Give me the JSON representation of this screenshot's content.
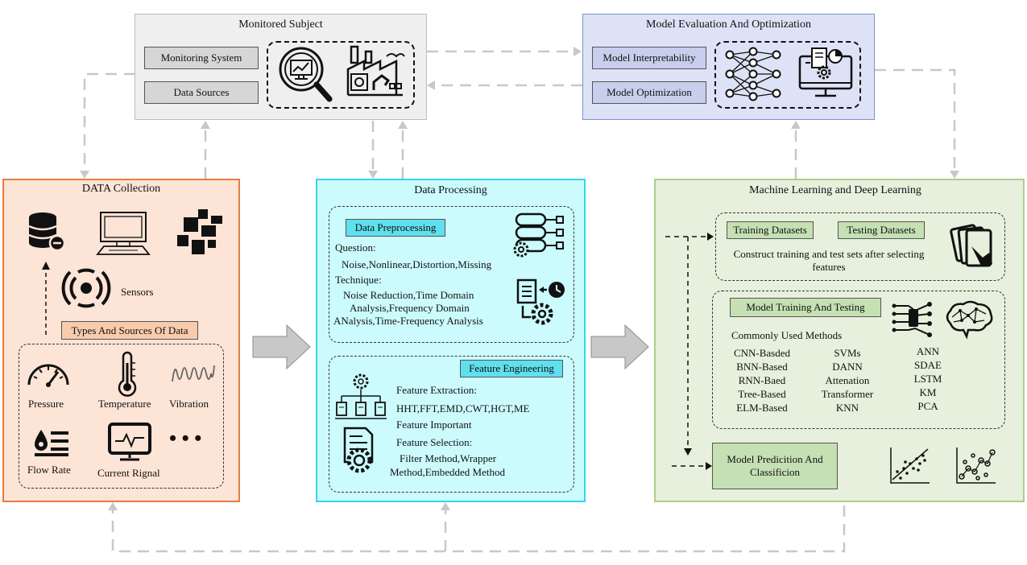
{
  "monitored_subject": {
    "title": "Monitored Subject",
    "monitoring_system": "Monitoring System",
    "data_sources": "Data Sources"
  },
  "model_evaluation": {
    "title": "Model Evaluation And Optimization",
    "interpretability": "Model Interpretability",
    "optimization": "Model Optimization"
  },
  "data_collection": {
    "title": "DATA Collection",
    "sensors": "Sensors",
    "types_sources": "Types And Sources Of Data",
    "items": [
      "Pressure",
      "Temperature",
      "Vibration",
      "Flow Rate",
      "Current Rignal"
    ],
    "more": "• • •"
  },
  "data_processing": {
    "title": "Data Processing",
    "preprocessing": {
      "label": "Data Preprocessing",
      "question_label": "Question:",
      "question_text": "Noise,Nonlinear,Distortion,Missing",
      "technique_label": "Technique:",
      "technique_lines": [
        "Noise Reduction,Time Domain",
        "Analysis,Frequency Domain",
        "ANalysis,Time-Frequency Analysis"
      ]
    },
    "feature_engineering": {
      "label": "Feature Engineering",
      "extraction_label": "Feature Extraction:",
      "extraction_text": "HHT,FFT,EMD,CWT,HGT,ME",
      "important": "Feature Important",
      "selection_label": "Feature Selection:",
      "selection_lines": [
        "Filter Method,Wrapper",
        "Method,Embedded Method"
      ]
    }
  },
  "ml_dl": {
    "title": "Machine Learning and Deep Learning",
    "training_datasets": "Training Datasets",
    "testing_datasets": "Testing Datasets",
    "construct_lines": [
      "Construct training and test sets after selecting",
      "features"
    ],
    "training_testing": "Model Training And Testing",
    "common_methods": "Commonly Used Methods",
    "methods_col1": [
      "CNN-Basded",
      "BNN-Based",
      "RNN-Baed",
      "Tree-Based",
      "ELM-Based"
    ],
    "methods_col2": [
      "SVMs",
      "DANN",
      "Attenation",
      "Transformer",
      "KNN"
    ],
    "methods_col3": [
      "ANN",
      "SDAE",
      "LSTM",
      "KM",
      "PCA"
    ],
    "prediction_lines": [
      "Model Predicition And",
      "Classificion"
    ]
  },
  "colors": {
    "monitored_fill": "#efefef",
    "evaluation_fill": "#dde2f6",
    "evaluation_border": "#7f93cf",
    "collection_fill": "#fce4d6",
    "collection_border": "#e87d3e",
    "processing_fill": "#ccfbfd",
    "processing_border": "#33d6ec",
    "ml_fill": "#e6f0dc",
    "ml_border": "#a9cf8d",
    "green_box": "#c5e0b3",
    "cyan_box": "#5fe0ee",
    "orange_box": "#f8cbad",
    "connector": "#c8c8c8"
  }
}
